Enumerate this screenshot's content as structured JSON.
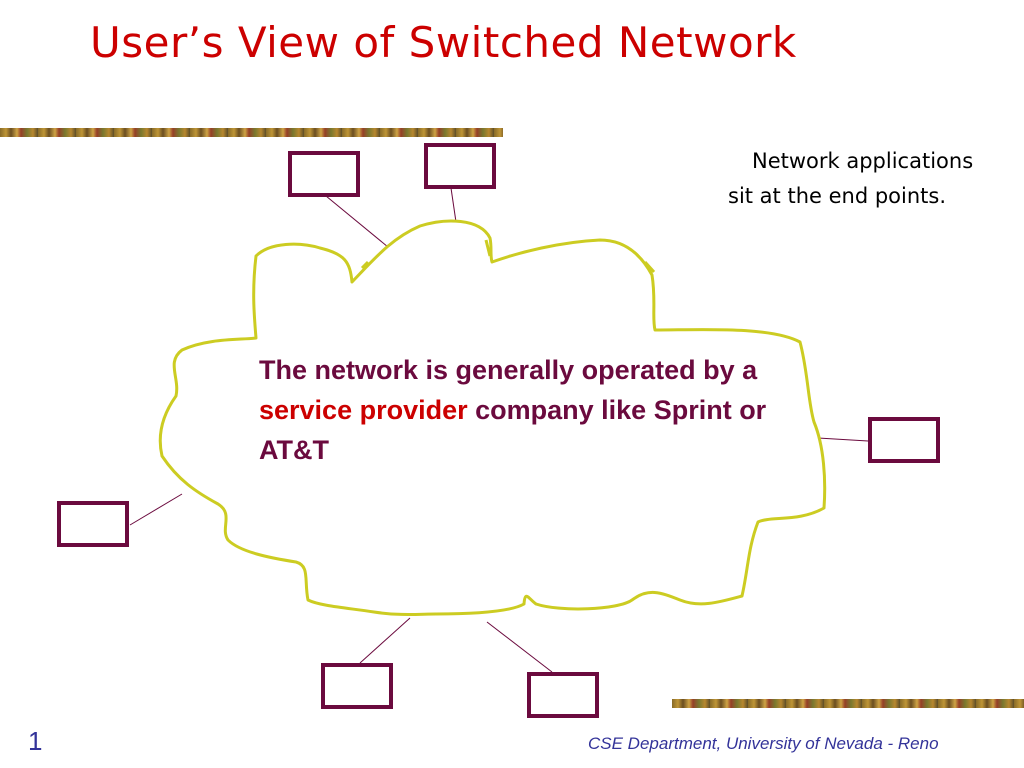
{
  "slide": {
    "title": "User’s View of Switched Network",
    "note": "Network applications sit at the end points.",
    "cloud_text": {
      "part1": "The network is generally operated by a ",
      "highlight": "service provider",
      "part2": " company like Sprint or AT&T"
    },
    "footer": "CSE Department, University of Nevada - Reno",
    "page_number": "1"
  },
  "colors": {
    "title": "#cc0000",
    "cloud_outline": "#cccc22",
    "endpoint_box": "#6b0a3e",
    "cloud_text": "#6b0a3e",
    "highlight": "#cc0000",
    "footer": "#333399"
  }
}
